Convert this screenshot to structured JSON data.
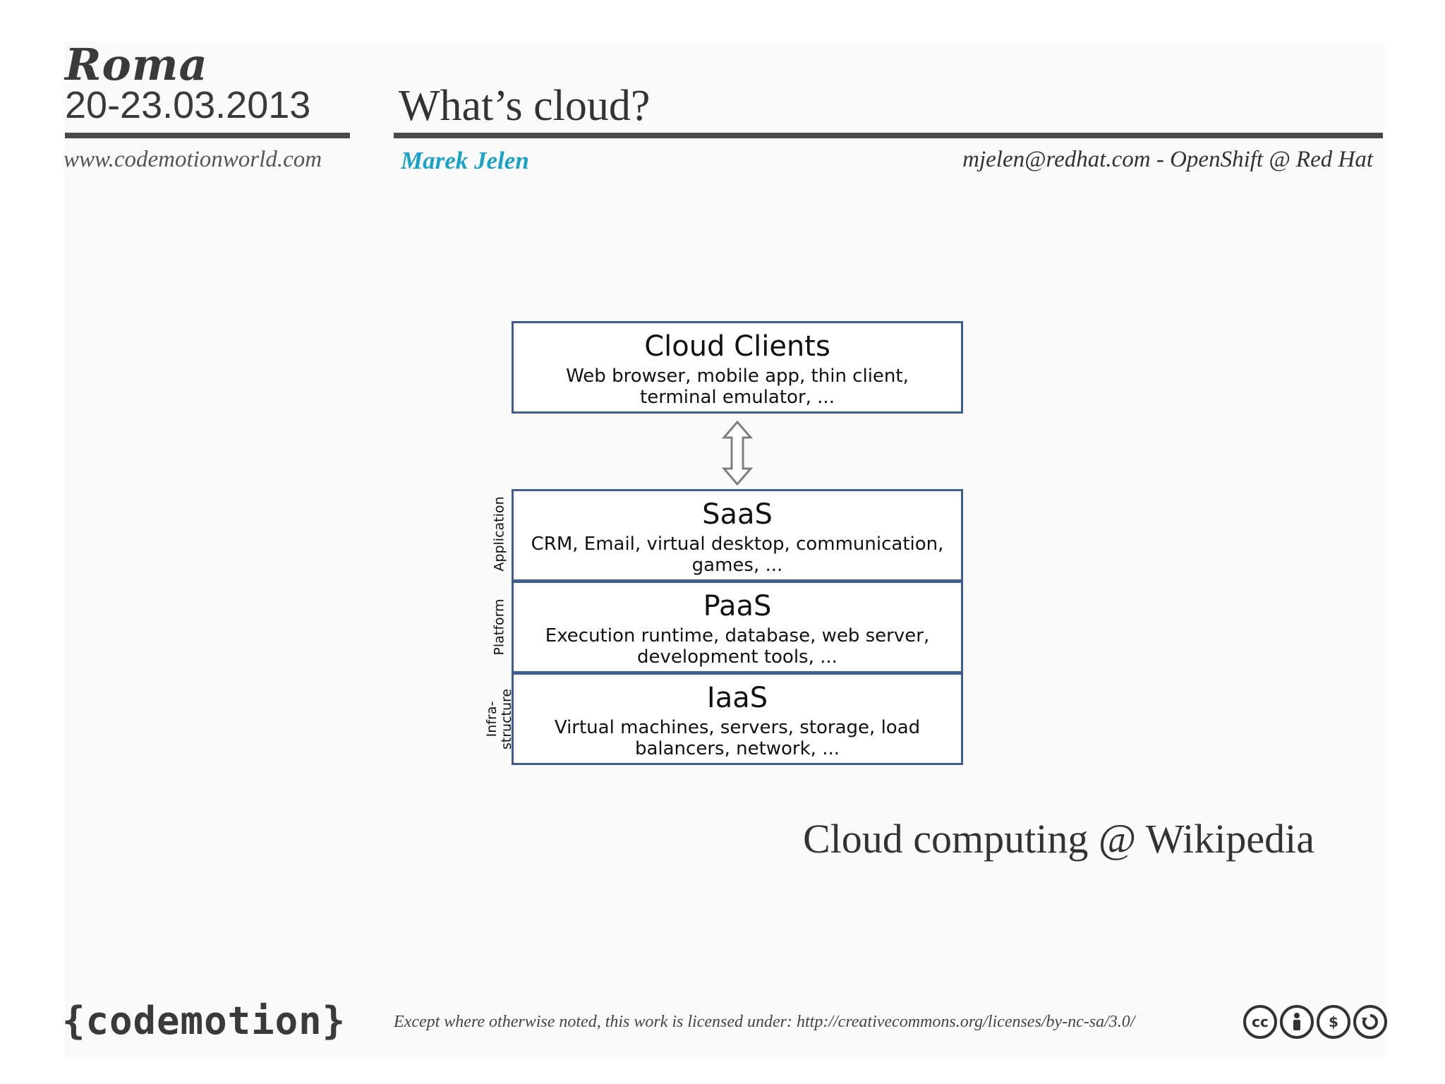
{
  "header": {
    "city": "Roma",
    "dates": "20-23.03.2013",
    "website": "www.codemotionworld.com",
    "title": "What’s cloud?",
    "speaker": "Marek Jelen",
    "contact": "mjelen@redhat.com - OpenShift @ Red Hat"
  },
  "diagram": {
    "clients": {
      "title": "Cloud Clients",
      "desc": "Web browser, mobile app, thin client, terminal emulator, ..."
    },
    "saas": {
      "title": "SaaS",
      "desc": "CRM, Email, virtual desktop, communication, games, ...",
      "side": "Application"
    },
    "paas": {
      "title": "PaaS",
      "desc": "Execution runtime, database, web server, development tools, ...",
      "side": "Platform"
    },
    "iaas": {
      "title": "IaaS",
      "desc": "Virtual machines, servers, storage, load balancers, network, ...",
      "side": "Infra-structure"
    },
    "border_color": "#3e5c8e"
  },
  "caption": "Cloud computing @ Wikipedia",
  "footer": {
    "logo": "{codemotion}",
    "license": "Except where otherwise noted, this work is licensed under: http://creativecommons.org/licenses/by-nc-sa/3.0/",
    "cc_icons": [
      "cc-icon",
      "by-icon",
      "nc-icon",
      "sa-icon"
    ]
  },
  "colors": {
    "accent": "#1aa3c9",
    "text": "#333333"
  }
}
